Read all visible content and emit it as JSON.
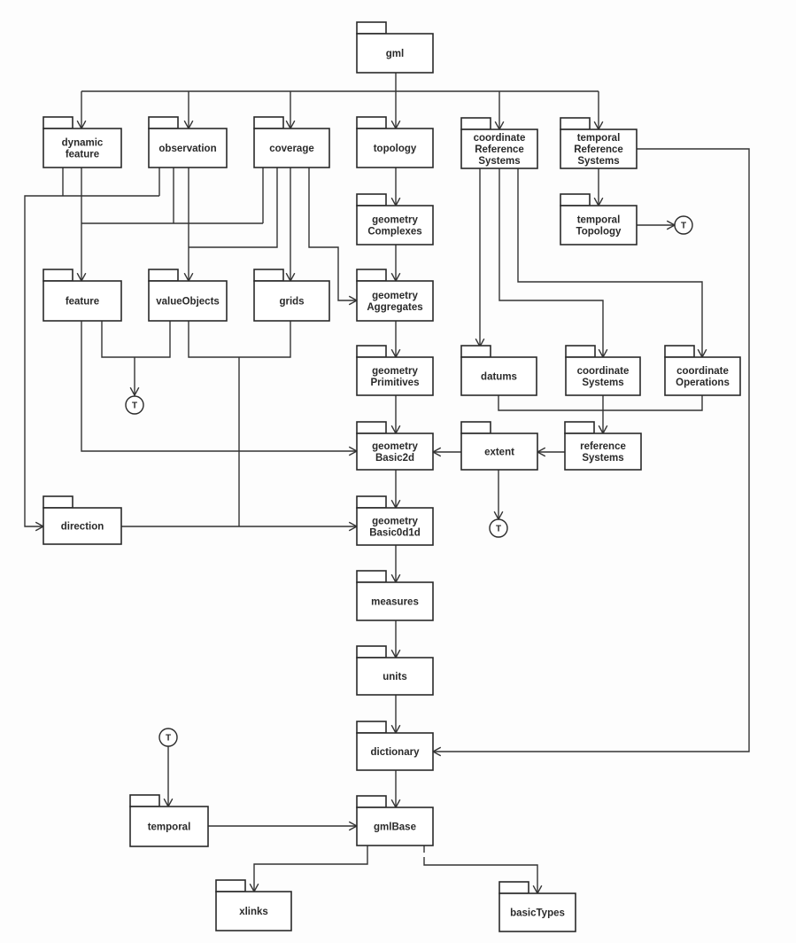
{
  "diagram": {
    "type": "UML package dependency diagram",
    "root_package": "gml"
  },
  "packages": [
    {
      "id": "gml",
      "label": [
        "gml"
      ]
    },
    {
      "id": "dynamicFeature",
      "label": [
        "dynamic",
        "feature"
      ]
    },
    {
      "id": "observation",
      "label": [
        "observation"
      ]
    },
    {
      "id": "coverage",
      "label": [
        "coverage"
      ]
    },
    {
      "id": "topology",
      "label": [
        "topology"
      ]
    },
    {
      "id": "coordinateReferenceSystems",
      "label": [
        "coordinate",
        "Reference",
        "Systems"
      ]
    },
    {
      "id": "temporalReferenceSystems",
      "label": [
        "temporal",
        "Reference",
        "Systems"
      ]
    },
    {
      "id": "geometryComplexes",
      "label": [
        "geometry",
        "Complexes"
      ]
    },
    {
      "id": "temporalTopology",
      "label": [
        "temporal",
        "Topology"
      ]
    },
    {
      "id": "feature",
      "label": [
        "feature"
      ]
    },
    {
      "id": "valueObjects",
      "label": [
        "valueObjects"
      ]
    },
    {
      "id": "grids",
      "label": [
        "grids"
      ]
    },
    {
      "id": "geometryAggregates",
      "label": [
        "geometry",
        "Aggregates"
      ]
    },
    {
      "id": "geometryPrimitives",
      "label": [
        "geometry",
        "Primitives"
      ]
    },
    {
      "id": "datums",
      "label": [
        "datums"
      ]
    },
    {
      "id": "coordinateSystems",
      "label": [
        "coordinate",
        "Systems"
      ]
    },
    {
      "id": "coordinateOperations",
      "label": [
        "coordinate",
        "Operations"
      ]
    },
    {
      "id": "geometryBasic2d",
      "label": [
        "geometry",
        "Basic2d"
      ]
    },
    {
      "id": "extent",
      "label": [
        "extent"
      ]
    },
    {
      "id": "referenceSystems",
      "label": [
        "reference",
        "Systems"
      ]
    },
    {
      "id": "direction",
      "label": [
        "direction"
      ]
    },
    {
      "id": "geometryBasic0d1d",
      "label": [
        "geometry",
        "Basic0d1d"
      ]
    },
    {
      "id": "measures",
      "label": [
        "measures"
      ]
    },
    {
      "id": "units",
      "label": [
        "units"
      ]
    },
    {
      "id": "dictionary",
      "label": [
        "dictionary"
      ]
    },
    {
      "id": "temporal",
      "label": [
        "temporal"
      ]
    },
    {
      "id": "gmlBase",
      "label": [
        "gmlBase"
      ]
    },
    {
      "id": "xlinks",
      "label": [
        "xlinks"
      ]
    },
    {
      "id": "basicTypes",
      "label": [
        "basicTypes"
      ]
    }
  ],
  "connectors": [
    {
      "id": "T1",
      "label": "T"
    },
    {
      "id": "T2",
      "label": "T"
    },
    {
      "id": "T3",
      "label": "T"
    },
    {
      "id": "T4",
      "label": "T"
    }
  ],
  "dependencies": [
    {
      "from": [
        "gml"
      ],
      "to": "topology"
    },
    {
      "from": [
        "gml"
      ],
      "to": "dynamicFeature"
    },
    {
      "from": [
        "gml"
      ],
      "to": "observation"
    },
    {
      "from": [
        "gml"
      ],
      "to": "coverage"
    },
    {
      "from": [
        "gml"
      ],
      "to": "coordinateReferenceSystems"
    },
    {
      "from": [
        "gml"
      ],
      "to": "temporalReferenceSystems"
    },
    {
      "from": [
        "topology"
      ],
      "to": "geometryComplexes"
    },
    {
      "from": [
        "geometryComplexes"
      ],
      "to": "geometryAggregates"
    },
    {
      "from": [
        "geometryAggregates"
      ],
      "to": "geometryPrimitives"
    },
    {
      "from": [
        "geometryPrimitives"
      ],
      "to": "geometryBasic2d"
    },
    {
      "from": [
        "geometryBasic2d"
      ],
      "to": "geometryBasic0d1d"
    },
    {
      "from": [
        "geometryBasic0d1d"
      ],
      "to": "measures"
    },
    {
      "from": [
        "measures"
      ],
      "to": "units"
    },
    {
      "from": [
        "units"
      ],
      "to": "dictionary"
    },
    {
      "from": [
        "dictionary"
      ],
      "to": "gmlBase"
    },
    {
      "from": [
        "temporalReferenceSystems"
      ],
      "to": "temporalTopology"
    },
    {
      "from": [
        "temporalTopology"
      ],
      "to": "T1"
    },
    {
      "from": [
        "temporalReferenceSystems"
      ],
      "to": "dictionary"
    },
    {
      "from": [
        "coordinateReferenceSystems"
      ],
      "to": "datums"
    },
    {
      "from": [
        "coordinateReferenceSystems"
      ],
      "to": "coordinateSystems"
    },
    {
      "from": [
        "coordinateReferenceSystems"
      ],
      "to": "coordinateOperations"
    },
    {
      "from": [
        "datums",
        "coordinateSystems",
        "coordinateOperations"
      ],
      "to": "referenceSystems"
    },
    {
      "from": [
        "referenceSystems"
      ],
      "to": "extent"
    },
    {
      "from": [
        "extent"
      ],
      "to": "geometryBasic2d"
    },
    {
      "from": [
        "extent"
      ],
      "to": "T3"
    },
    {
      "from": [
        "dynamicFeature",
        "observation"
      ],
      "to": "direction"
    },
    {
      "from": [
        "dynamicFeature"
      ],
      "to": "feature"
    },
    {
      "from": [
        "observation",
        "coverage"
      ],
      "to": "feature"
    },
    {
      "from": [
        "observation"
      ],
      "to": "valueObjects"
    },
    {
      "from": [
        "coverage"
      ],
      "to": "valueObjects"
    },
    {
      "from": [
        "coverage"
      ],
      "to": "grids"
    },
    {
      "from": [
        "coverage"
      ],
      "to": "geometryAggregates"
    },
    {
      "from": [
        "feature"
      ],
      "to": "geometryBasic2d"
    },
    {
      "from": [
        "feature",
        "valueObjects"
      ],
      "to": "T2"
    },
    {
      "from": [
        "valueObjects",
        "grids"
      ],
      "to": "geometryBasic0d1d"
    },
    {
      "from": [
        "direction"
      ],
      "to": "geometryBasic0d1d"
    },
    {
      "from": [
        "T4"
      ],
      "to": "temporal"
    },
    {
      "from": [
        "temporal"
      ],
      "to": "gmlBase"
    },
    {
      "from": [
        "gmlBase"
      ],
      "to": "xlinks"
    },
    {
      "from": [
        "gmlBase"
      ],
      "to": "basicTypes"
    }
  ]
}
